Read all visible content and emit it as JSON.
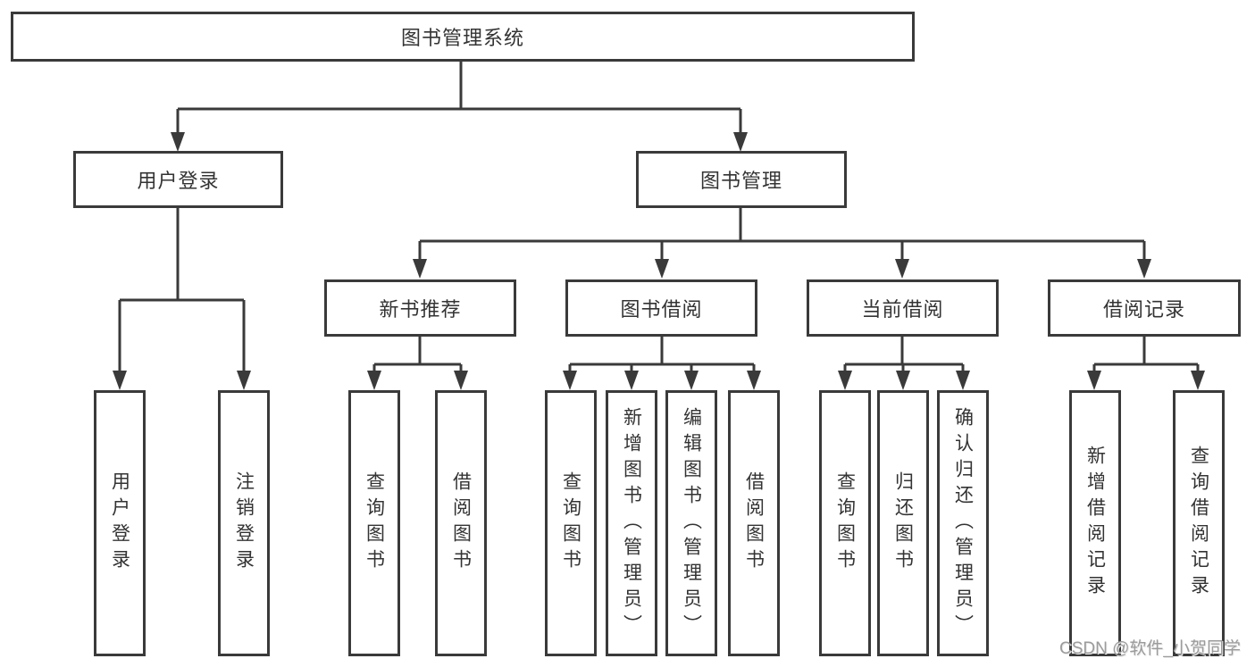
{
  "nodes": {
    "root": "图书管理系统",
    "l2": [
      "用户登录",
      "图书管理"
    ],
    "l3": [
      "新书推荐",
      "图书借阅",
      "当前借阅",
      "借阅记录"
    ],
    "leaves_user": [
      "用户登录",
      "注销登录"
    ],
    "leaves_newbook": [
      "查询图书",
      "借阅图书"
    ],
    "leaves_borrow": [
      "查询图书",
      "新增图书（管理员）",
      "编辑图书（管理员）",
      "借阅图书"
    ],
    "leaves_current": [
      "查询图书",
      "归还图书",
      "确认归还（管理员）"
    ],
    "leaves_records": [
      "新增借阅记录",
      "查询借阅记录"
    ]
  },
  "colors": {
    "line": "#3a3a3a",
    "text": "#333333",
    "watermark": "#9b9b9b"
  },
  "watermark": "CSDN @软件_小贺同学"
}
